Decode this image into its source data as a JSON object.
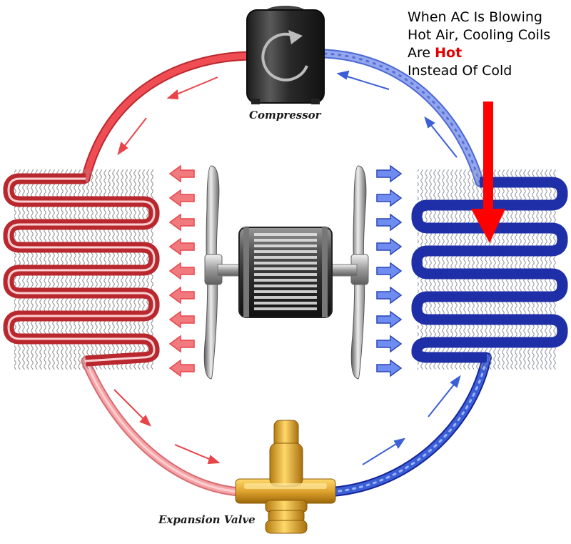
{
  "labels": {
    "compressor": "Compressor",
    "expansion_valve": "Expansion Valve"
  },
  "annotation": {
    "line1": "When AC Is Blowing",
    "line2": "Hot Air, Cooling Coils",
    "line3_prefix": "Are",
    "line3_highlight": "Hot",
    "line4": "Instead Of Cold"
  },
  "colors": {
    "hot_refrigerant": "#e8454a",
    "hot_light": "#f6a3a6",
    "cold_refrigerant": "#3b5fd6",
    "cold_dark": "#1f2fa8",
    "valve_gold": "#e0a530",
    "compressor_body": "#2b2b2b",
    "annotation_highlight": "#e00000",
    "pointer_arrow": "#ff0000"
  },
  "icons": {
    "compressor": "compressor-icon",
    "fan_motor": "fan-motor-icon",
    "condenser_coil": "condenser-coil-icon",
    "evaporator_coil": "evaporator-coil-icon",
    "expansion_valve": "expansion-valve-icon",
    "pointer": "red-pointer-arrow-icon"
  }
}
